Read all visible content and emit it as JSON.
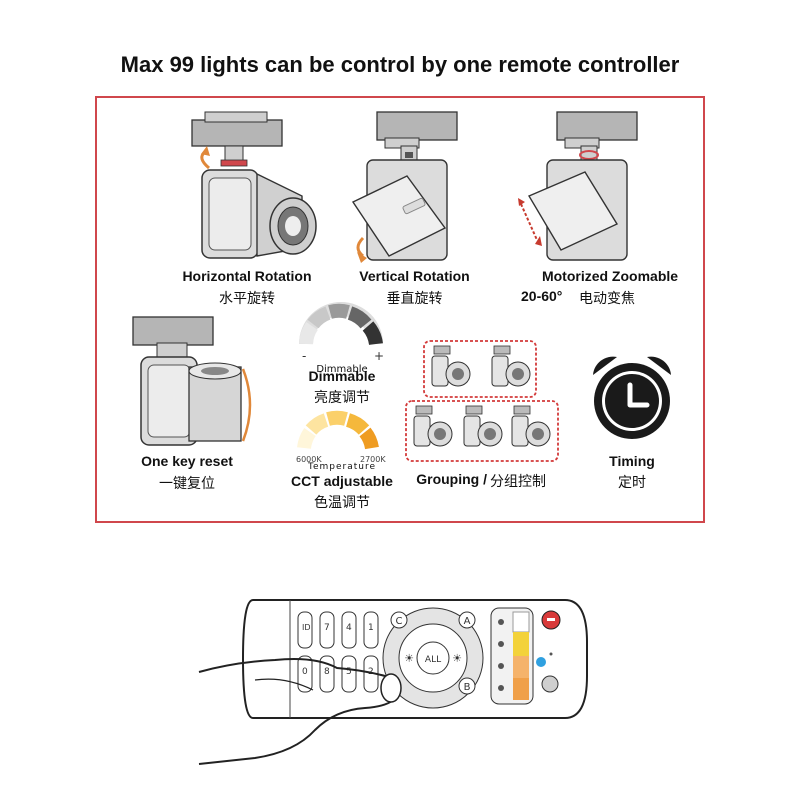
{
  "headline": "Max 99 lights can be control by one remote controller",
  "colors": {
    "frame": "#d0474c",
    "fixture_body": "#d9d9d9",
    "track": "#b5b5b5",
    "arrow_orange": "#e0883a",
    "arrow_red": "#c73b2f",
    "grouping_border": "#d33a3a",
    "warm_light": "#f5b83c",
    "remote_yellow": "#f3d23a",
    "remote_orange": "#f0a049",
    "remote_red": "#d83a3a",
    "remote_blue": "#2fa0e0"
  },
  "features": {
    "horizontal": {
      "en": "Horizontal Rotation",
      "zh": "水平旋转"
    },
    "vertical": {
      "en": "Vertical Rotation",
      "zh": "垂直旋转"
    },
    "zoom": {
      "en": "Motorized Zoomable",
      "range": "20-60°",
      "zh": "电动变焦"
    },
    "reset": {
      "en": "One key reset",
      "zh": "一键复位"
    },
    "dimmable": {
      "en": "Dimmable",
      "zh": "亮度调节",
      "icon_caption": "Dimmable",
      "minus": "-",
      "plus": "+"
    },
    "cct": {
      "en": "CCT adjustable",
      "zh": "色温调节",
      "cool": "6000K",
      "warm": "2700K",
      "icon_caption": "Temperature"
    },
    "grouping": {
      "en": "Grouping /",
      "zh": "分组控制"
    },
    "timing": {
      "en": "Timing",
      "zh": "定时"
    }
  },
  "remote": {
    "number_keys": [
      "ID",
      "7",
      "4",
      "1",
      "0",
      "8",
      "5",
      "2"
    ],
    "round_keys": [
      "C",
      "A",
      "B"
    ],
    "center_label": "ALL",
    "sun_icon": "☀",
    "power_icon": "power-icon"
  }
}
